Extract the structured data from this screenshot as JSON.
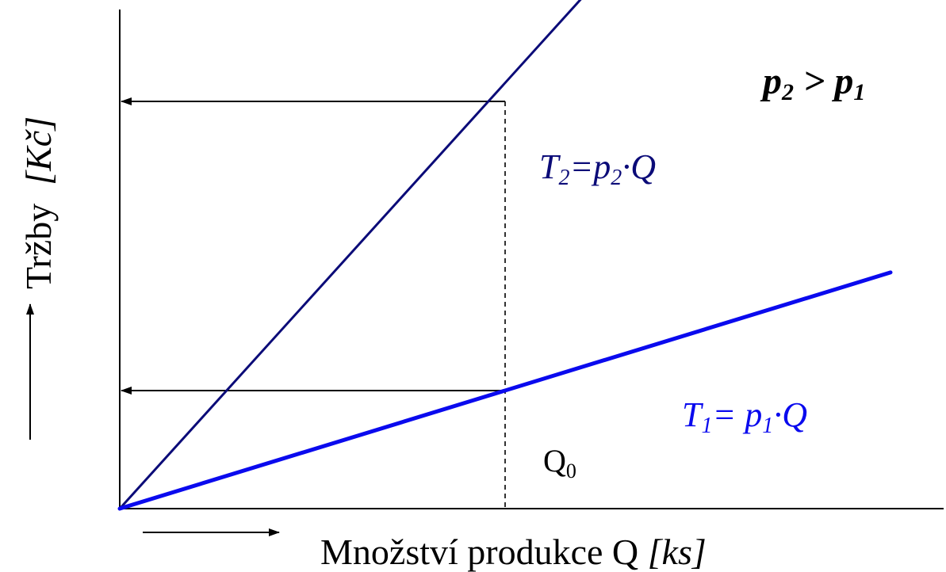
{
  "chart_data": {
    "type": "line",
    "title": "",
    "xlabel": "Množství produkce Q",
    "xlabel_unit": "[ks]",
    "ylabel": "Tržby",
    "ylabel_unit": "[Kč]",
    "annotation": {
      "p2": "p",
      "p2_sub": "2",
      "gt": " > ",
      "p1": "p",
      "p1_sub": "1"
    },
    "q0_label": {
      "main": "Q",
      "sub": "0"
    },
    "colors": {
      "axis": "#000000",
      "T1": "#0a0aee",
      "T2": "#0b0b78"
    },
    "series": [
      {
        "name": "T2=p2·Q",
        "label_parts": {
          "T": "T",
          "T_sub": "2",
          "eq": "=",
          "p": "p",
          "p_sub": "2",
          "rest": "·Q"
        },
        "x": [
          0,
          1.23
        ],
        "y": [
          0,
          1.286
        ]
      },
      {
        "name": "T1= p1·Q",
        "label_parts": {
          "T": "T",
          "T_sub": "1",
          "eq": "= ",
          "p": "p",
          "p_sub": "1",
          "rest": "·Q"
        },
        "x": [
          0,
          2.0
        ],
        "y": [
          0,
          0.58
        ]
      }
    ],
    "q0": 1.0,
    "revenue_at_q0": {
      "T2": 1.0,
      "T1": 0.29
    }
  }
}
